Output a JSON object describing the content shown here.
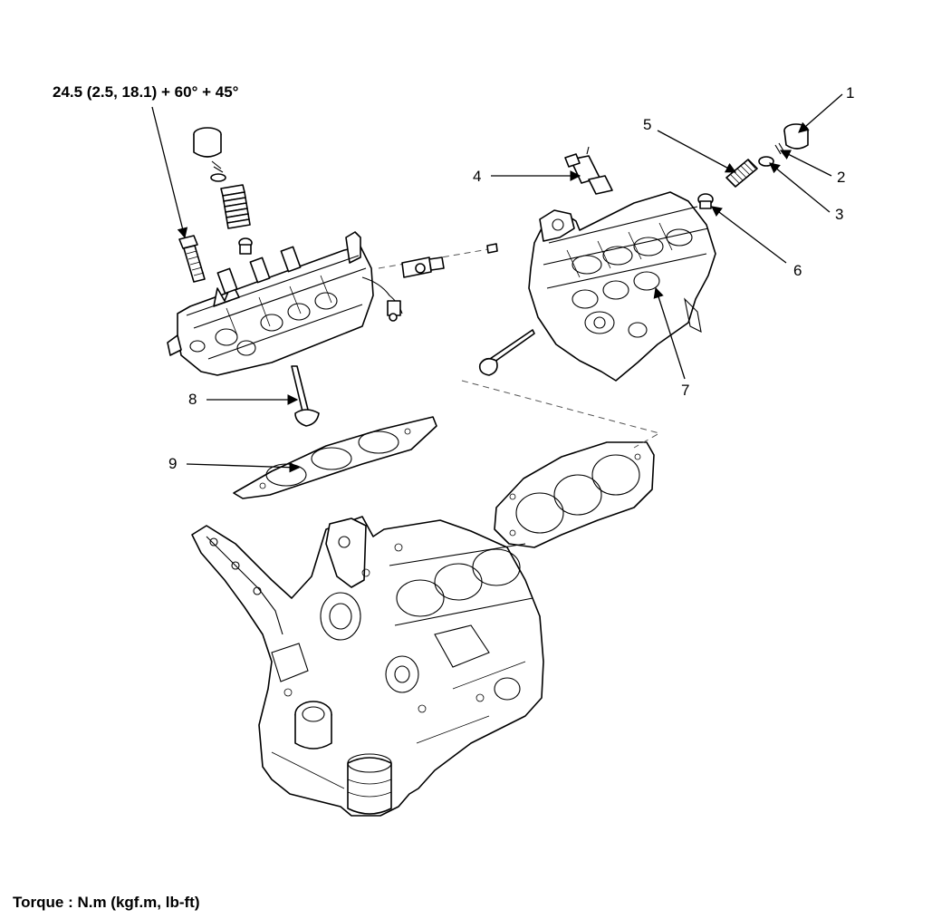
{
  "diagram": {
    "torque_spec": "24.5 (2.5, 18.1) + 60° + 45°",
    "torque_note": "Torque : N.m (kgf.m, lb-ft)",
    "callouts": [
      {
        "id": "1",
        "text": "1"
      },
      {
        "id": "2",
        "text": "2"
      },
      {
        "id": "3",
        "text": "3"
      },
      {
        "id": "4",
        "text": "4"
      },
      {
        "id": "5",
        "text": "5"
      },
      {
        "id": "6",
        "text": "6"
      },
      {
        "id": "7",
        "text": "7"
      },
      {
        "id": "8",
        "text": "8"
      },
      {
        "id": "9",
        "text": "9"
      }
    ],
    "colors": {
      "ink": "#000000",
      "background": "#ffffff"
    }
  }
}
